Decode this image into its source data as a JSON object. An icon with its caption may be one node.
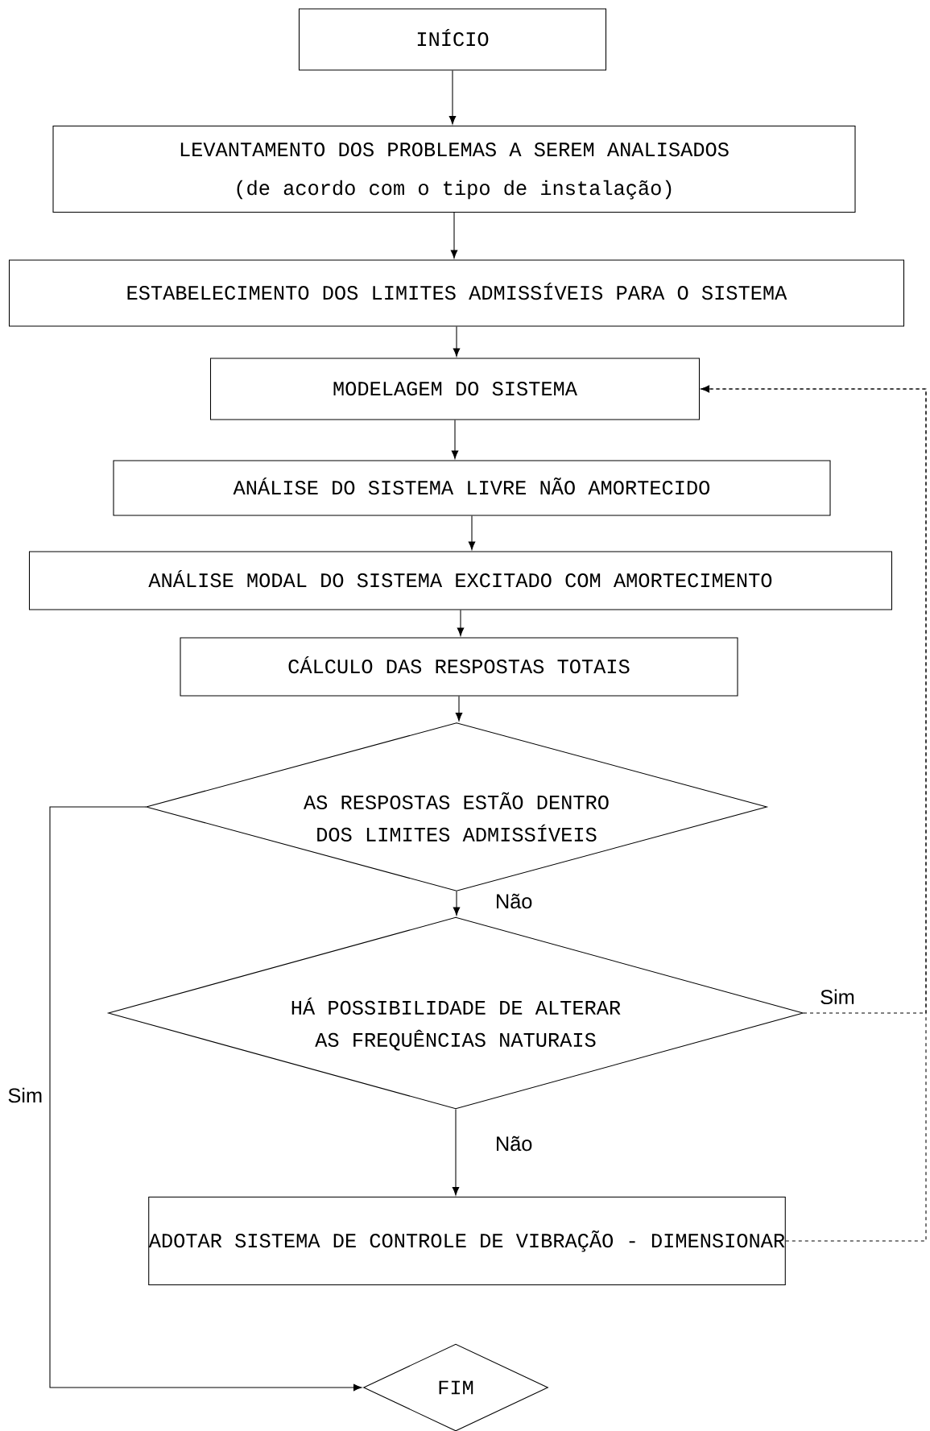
{
  "diagram": {
    "nodes": [
      {
        "text": [
          "INÍCIO"
        ]
      },
      {
        "text": [
          "LEVANTAMENTO DOS PROBLEMAS A SEREM ANALISADOS",
          "(de acordo com o tipo de instalação)"
        ]
      },
      {
        "text": [
          "ESTABELECIMENTO DOS LIMITES ADMISSÍVEIS PARA O SISTEMA"
        ]
      },
      {
        "text": [
          "MODELAGEM DO SISTEMA"
        ]
      },
      {
        "text": [
          "ANÁLISE DO SISTEMA LIVRE NÃO AMORTECIDO"
        ]
      },
      {
        "text": [
          "ANÁLISE MODAL DO SISTEMA EXCITADO COM AMORTECIMENTO"
        ]
      },
      {
        "text": [
          "CÁLCULO DAS RESPOSTAS TOTAIS"
        ]
      },
      {
        "text": [
          "AS RESPOSTAS ESTÃO DENTRO DOS LIMITES ADMISSÍVEIS"
        ]
      },
      {
        "text": [
          "HÁ POSSIBILIDADE DE ALTERAR AS FREQUÊNCIAS NATURAIS"
        ]
      },
      {
        "text": [
          "ADOTAR SISTEMA DE CONTROLE DE VIBRAÇÃO - DIMENSIONAR"
        ]
      },
      {
        "text": [
          "FIM"
        ]
      }
    ],
    "edges": [
      {
        "from": 0,
        "to": 1,
        "arrow": "to"
      },
      {
        "from": 1,
        "to": 2,
        "arrow": "to"
      },
      {
        "from": 2,
        "to": 3,
        "arrow": "to"
      },
      {
        "from": 3,
        "to": 4,
        "arrow": "to"
      },
      {
        "from": 4,
        "to": 5,
        "arrow": "to"
      },
      {
        "from": 5,
        "to": 6,
        "arrow": "to"
      },
      {
        "from": 6,
        "to": 7,
        "arrow": "to"
      },
      {
        "from": 7,
        "to": 8,
        "arrow": "to",
        "label": "Não"
      },
      {
        "from": 8,
        "to": 9,
        "arrow": "to",
        "label": "Não"
      },
      {
        "from": 7,
        "to": 10,
        "arrow": "to",
        "label": "Sim"
      },
      {
        "from": 8,
        "to": 3,
        "arrow": "to",
        "label": "Sim",
        "style": "dashed"
      },
      {
        "from": 9,
        "to": 3,
        "arrow": "to",
        "style": "dashed"
      }
    ]
  }
}
